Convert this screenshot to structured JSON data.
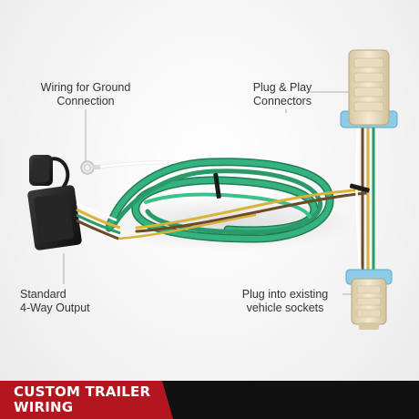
{
  "labels": {
    "ground": [
      "Wiring for Ground",
      "Connection"
    ],
    "plug_play": [
      "Plug & Play",
      "Connectors"
    ],
    "output": [
      "Standard",
      "4-Way Output"
    ],
    "existing": [
      "Plug into existing",
      "vehicle sockets"
    ]
  },
  "banner": {
    "title": [
      "CUSTOM TRAILER",
      "WIRING"
    ]
  },
  "colors": {
    "banner_red": "#b3161c",
    "banner_black": "#111111",
    "wire_green": "#2a9a6a",
    "wire_yellow": "#d9b23a",
    "wire_brown": "#6b4a2a",
    "connector_blue": "#8ecbe6",
    "connector_cream": "#efe3c6",
    "plug_black": "#1b1b1b"
  },
  "icons": [
    "wiring-harness-image",
    "ground-ring-terminal-icon",
    "four-way-plug-icon",
    "t-connector-icon"
  ]
}
